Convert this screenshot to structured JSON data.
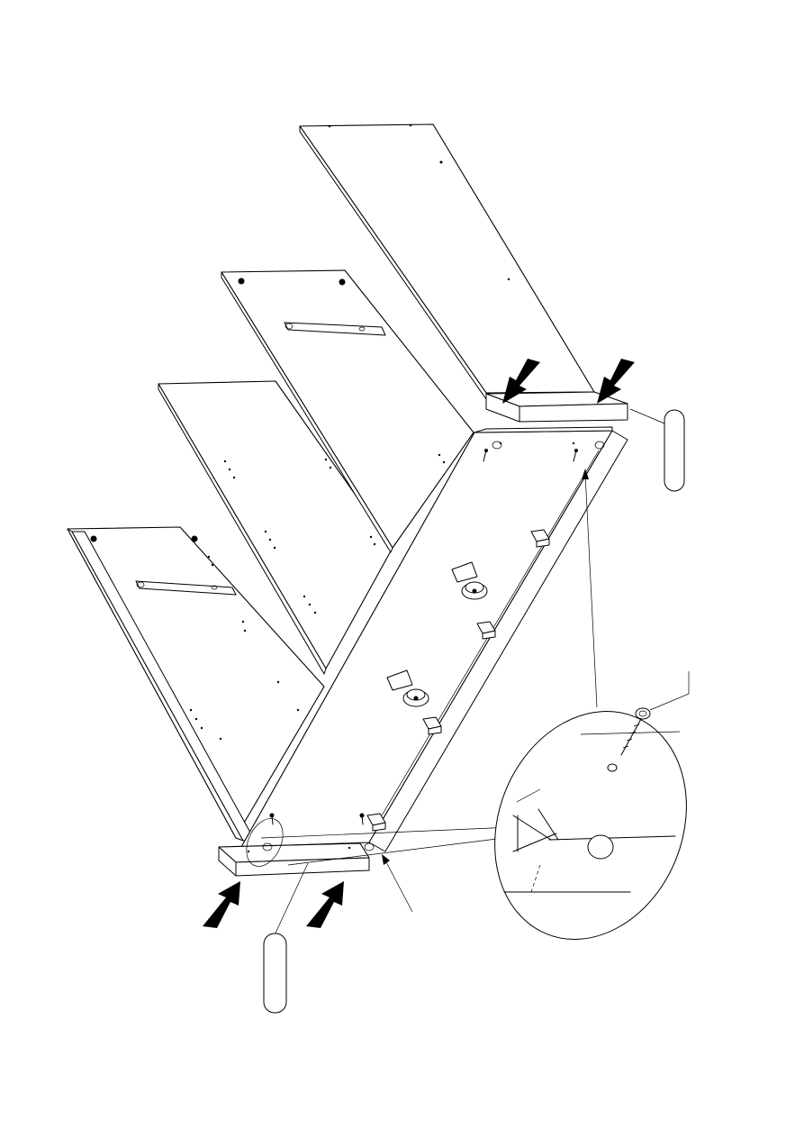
{
  "diagram": {
    "type": "assembly-instruction",
    "callout_labels": [
      "",
      ""
    ],
    "icons": [
      "push-arrow",
      "adjustable-foot",
      "plastic-connector",
      "screw",
      "wooden-dowel",
      "detail-magnifier"
    ],
    "colors": {
      "line": "#000000",
      "background": "#ffffff"
    }
  }
}
